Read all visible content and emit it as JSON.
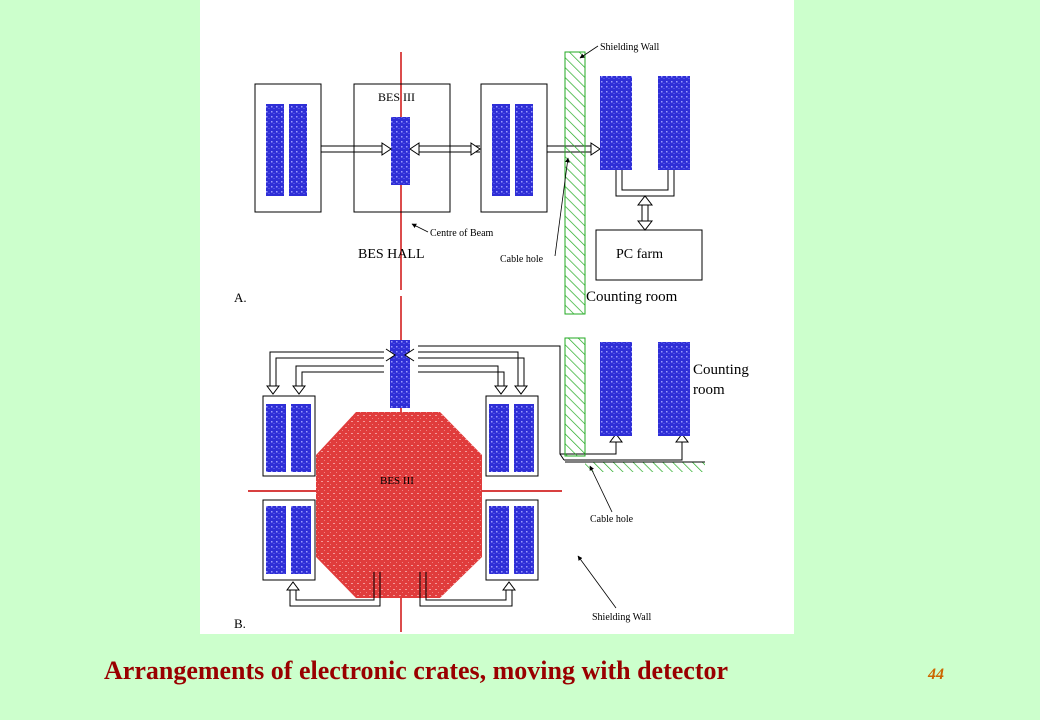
{
  "diagram": {
    "panel_a": {
      "tag": "A.",
      "detector_label": "BES III",
      "hall_label": "BES HALL",
      "beam_label": "Centre of Beam",
      "shielding_label": "Shielding Wall",
      "cable_label": "Cable hole",
      "pc_farm_label": "PC farm",
      "room_label": "Counting room"
    },
    "panel_b": {
      "tag": "B.",
      "detector_label": "BES III",
      "room_label_line1": "Counting",
      "room_label_line2": "room",
      "cable_label": "Cable hole",
      "shielding_label": "Shielding Wall"
    },
    "colors": {
      "crate": "#2e2ed6",
      "detector": "#e03c3c",
      "beam_line": "#cc0000",
      "wall_hatch": "#22aa22"
    }
  },
  "caption": "Arrangements of electronic crates, moving with detector",
  "page_number": "44"
}
